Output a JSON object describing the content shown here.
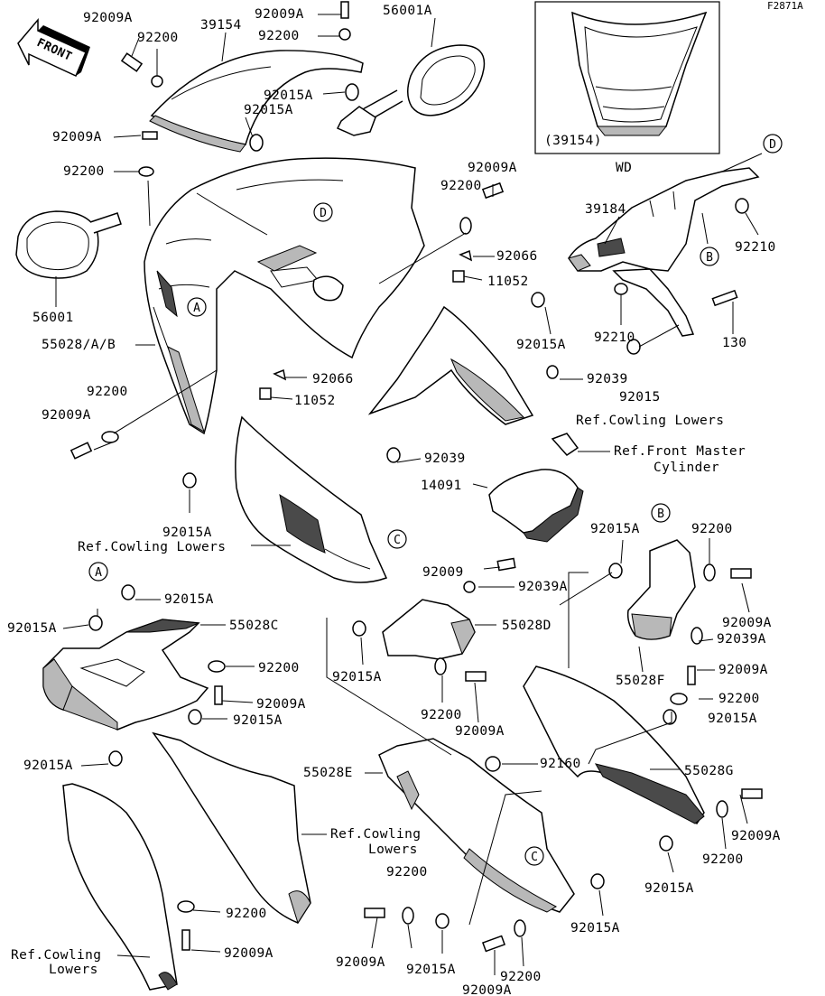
{
  "figure_code": "F2871A",
  "front_badge": "FRONT",
  "inset": {
    "label": "WD",
    "part_ref": "(39154)"
  },
  "labels": {
    "l92009A_top": "92009A",
    "l92009A_topL": "92009A",
    "l39154": "39154",
    "l92200_top": "92200",
    "l92200_topL": "92200",
    "l56001A": "56001A",
    "l92015A_a": "92015A",
    "l92015A_b": "92015A",
    "l92009A_b": "92009A",
    "l92200_b": "92200",
    "l92009A_c": "92009A",
    "l92200_c": "92200",
    "l92066_a": "92066",
    "l11052_a": "11052",
    "l39184": "39184",
    "l92210_a": "92210",
    "l92210_b": "92210",
    "l130": "130",
    "l92015": "92015",
    "l92015A_c": "92015A",
    "l92039_a": "92039",
    "l56001": "56001",
    "l55028AB": "55028/A/B",
    "l92200_d": "92200",
    "l92009A_d": "92009A",
    "l92066_b": "92066",
    "l11052_b": "11052",
    "ref_cowl_lowers_1": "Ref.Cowling Lowers",
    "ref_front_master_1": "Ref.Front Master",
    "ref_front_master_2": "Cylinder",
    "l92039_b": "92039",
    "l14091": "14091",
    "l92015A_d": "92015A",
    "ref_cowl_lowers_2": "Ref.Cowling Lowers",
    "l92009_e": "92009",
    "l92015A_e": "92015A",
    "l92200_e": "92200",
    "l92015A_f": "92015A",
    "l92015A_g": "92015A",
    "l55028C": "55028C",
    "l92200_g": "92200",
    "l92009A_g": "92009A",
    "l92015A_h": "92015A",
    "l92039A_a": "92039A",
    "l55028D": "55028D",
    "l92015A_i": "92015A",
    "l92200_i": "92200",
    "l92009A_i": "92009A",
    "l92009A_j": "92009A",
    "l92039A_b": "92039A",
    "l55028F": "55028F",
    "l92009A_k": "92009A",
    "l92200_k": "92200",
    "l92015A_k": "92015A",
    "l92015A_l": "92015A",
    "l92160": "92160",
    "l55028E": "55028E",
    "l55028G": "55028G",
    "ref_cowl_lowers_3a": "Ref.Cowling",
    "ref_cowl_lowers_3b": "Lowers",
    "l92009A_m": "92009A",
    "l92200_m": "92200",
    "l92015A_m": "92015A",
    "l92200_n": "92200",
    "l92015A_n": "92015A",
    "l92200_o": "92200",
    "l92009A_o": "92009A",
    "l92015A_o": "92015A",
    "l92200_p": "92200",
    "l92009A_p": "92009A",
    "l92200_q": "92200",
    "l92009A_q": "92009A",
    "ref_cowl_lowers_4a": "Ref.Cowling",
    "ref_cowl_lowers_4b": "Lowers"
  },
  "callouts": {
    "A1": "A",
    "A2": "A",
    "B1": "B",
    "B2": "B",
    "C1": "C",
    "C2": "C",
    "D1": "D",
    "D2": "D"
  }
}
